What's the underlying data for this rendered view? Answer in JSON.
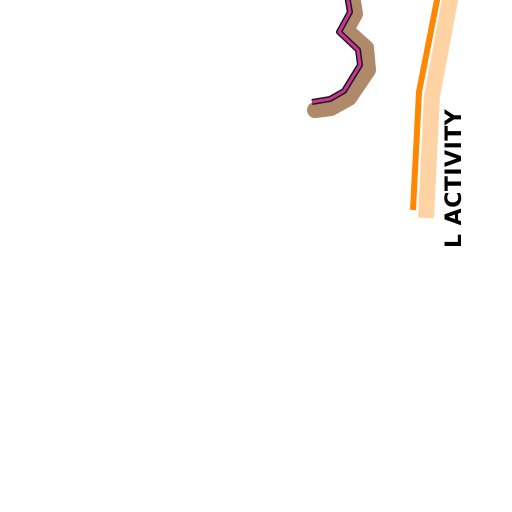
{
  "map": {
    "background": "#ffffff",
    "label": {
      "text": "L ACTIVITY",
      "color": "#000000"
    },
    "route_orange": {
      "name": "orange-route-line",
      "line_color": "#ff8800",
      "casing_color": "#ffd3a3"
    },
    "route_magenta": {
      "name": "magenta-route-line",
      "line_color": "#cc3399",
      "outline_color": "#1a1a1a",
      "casing_color": "#b0896a"
    }
  }
}
